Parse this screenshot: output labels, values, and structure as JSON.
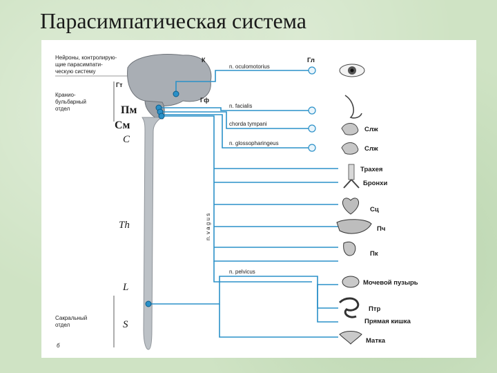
{
  "slide": {
    "title": "Парасимпатическая система"
  },
  "figure": {
    "labels": {
      "neurons_note": [
        "Нейроны, контролирую-",
        "щие парасимпати-",
        "ческую систему"
      ],
      "cranio_note": [
        "Кранио-",
        "бульбарный",
        "отдел"
      ],
      "sacral_note": [
        "Сакральный",
        "отдел"
      ],
      "fig_letter": "б"
    },
    "brain_marks": {
      "k": "К",
      "gt": "Гт",
      "gf": "Гф",
      "pm": "Пм",
      "sm": "См"
    },
    "segments": {
      "c": "C",
      "th": "Th",
      "l": "L",
      "s": "S"
    },
    "nerves": {
      "oculomotorius": "n. oculomotorius",
      "facialis": "n. facialis",
      "chorda": "chorda tympani",
      "glosso": "n. glossopharingeus",
      "vagus": "n. v a g u s",
      "pelvicus": "n. pelvicus"
    },
    "organs": {
      "gl": "Гл",
      "slzh1": "Слж",
      "slzh2": "Слж",
      "trachea": "Трахея",
      "bronchi": "Бронхи",
      "sc": "Сц",
      "pch": "Пч",
      "pk": "Пк",
      "bladder": "Мочевой пузырь",
      "ptr": "Птр",
      "rectum": "Прямая кишка",
      "uterus": "Матка"
    },
    "colors": {
      "nerve": "#2a90c8",
      "spine": "#b8bcc2",
      "brain": "#9aa0a6",
      "organ": "#4a4a4a"
    }
  }
}
